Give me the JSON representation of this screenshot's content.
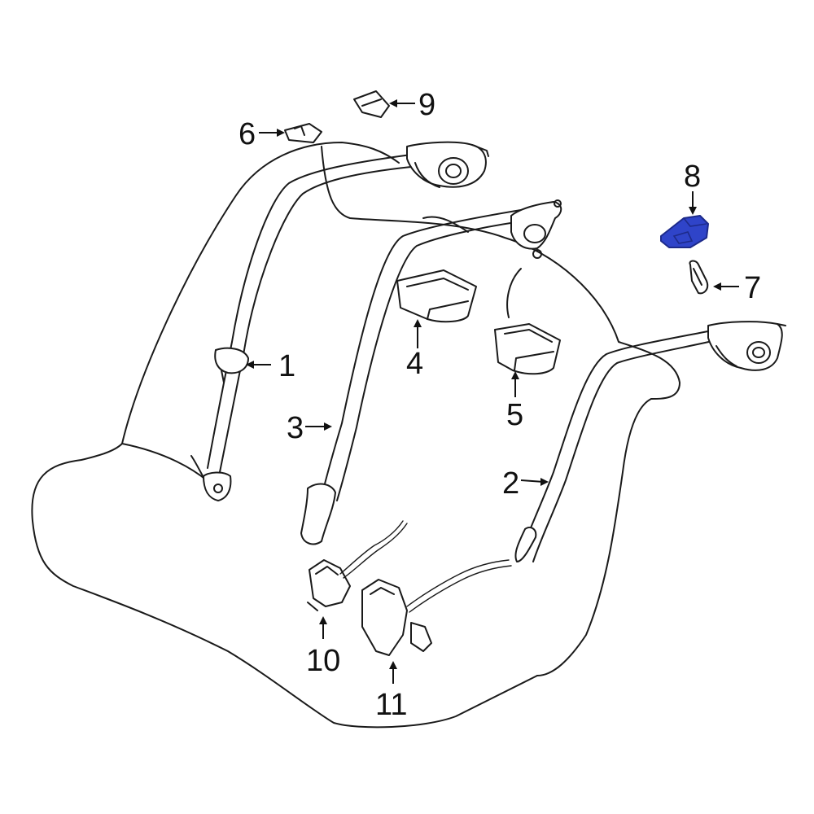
{
  "callouts": {
    "c1": "1",
    "c2": "2",
    "c3": "3",
    "c4": "4",
    "c5": "5",
    "c6": "6",
    "c7": "7",
    "c8": "8",
    "c9": "9",
    "c10": "10",
    "c11": "11"
  },
  "colors": {
    "highlight": "#2f44c9",
    "highlight_dark": "#1d2a8a",
    "line": "#1a1a1a"
  }
}
